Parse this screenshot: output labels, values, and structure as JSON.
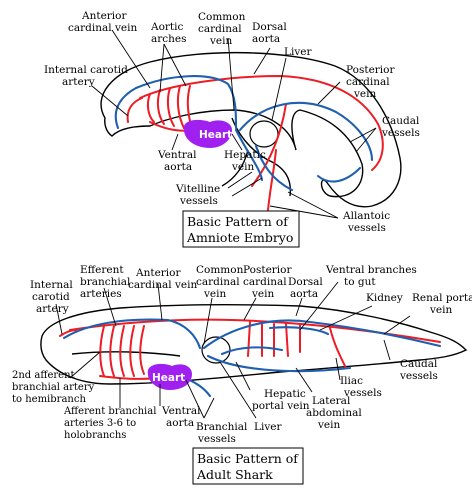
{
  "colors": {
    "artery": "#ee1c24",
    "vein": "#1f5fb0",
    "heart": "#a020f0",
    "outline": "#000000"
  },
  "embryo": {
    "caption_line1": "Basic Pattern of",
    "caption_line2": "Amniote Embryo",
    "heart_label": "Heart",
    "labels": {
      "common_cardinal_vein_1": "Common",
      "common_cardinal_vein_2": "cardinal",
      "common_cardinal_vein_3": "vein",
      "dorsal_aorta_1": "Dorsal",
      "dorsal_aorta_2": "aorta",
      "aortic_arches_1": "Aortic",
      "aortic_arches_2": "arches",
      "anterior_cardinal_1": "Anterior",
      "anterior_cardinal_2": "cardinal vein",
      "liver": "Liver",
      "internal_carotid_1": "Internal carotid",
      "internal_carotid_2": "artery",
      "posterior_cardinal_1": "Posterior",
      "posterior_cardinal_2": "cardinal",
      "posterior_cardinal_3": "vein",
      "caudal_1": "Caudal",
      "caudal_2": "vessels",
      "ventral_aorta_1": "Ventral",
      "ventral_aorta_2": "aorta",
      "hepatic_vein_1": "Hepatic",
      "hepatic_vein_2": "vein",
      "vitelline_1": "Vitelline",
      "vitelline_2": "vessels",
      "allantoic_1": "Allantoic",
      "allantoic_2": "vessels"
    }
  },
  "shark": {
    "caption_line1": "Basic Pattern of",
    "caption_line2": "Adult Shark",
    "heart_label": "Heart",
    "labels": {
      "efferent_1": "Efferent",
      "efferent_2": "branchial",
      "efferent_3": "arteries",
      "anterior_cardinal_1": "Anterior",
      "anterior_cardinal_2": "cardinal vein",
      "common_cardinal_1": "Common",
      "common_cardinal_2": "cardinal",
      "common_cardinal_3": "vein",
      "posterior_cardinal_1": "Posterior",
      "posterior_cardinal_2": "cardinal",
      "posterior_cardinal_3": "vein",
      "ventral_branches_1": "Ventral branches",
      "ventral_branches_2": "to gut",
      "dorsal_aorta_1": "Dorsal",
      "dorsal_aorta_2": "aorta",
      "internal_carotid_1": "Internal",
      "internal_carotid_2": "carotid",
      "internal_carotid_3": "artery",
      "kidney": "Kidney",
      "renal_portal_1": "Renal portal",
      "renal_portal_2": "vein",
      "second_afferent_1": "2nd afferent",
      "second_afferent_2": "branchial artery",
      "second_afferent_3": "to hemibranch",
      "caudal_1": "Caudal",
      "caudal_2": "vessels",
      "iliac_1": "Iliac",
      "iliac_2": "vessels",
      "afferent_1": "Afferent branchial",
      "afferent_2": "arteries 3-6 to",
      "afferent_3": "holobranchs",
      "ventral_aorta_1": "Ventral",
      "ventral_aorta_2": "aorta",
      "hepatic_portal_1": "Hepatic",
      "hepatic_portal_2": "portal vein",
      "lateral_abdominal_1": "Lateral",
      "lateral_abdominal_2": "abdominal",
      "lateral_abdominal_3": "vein",
      "branchial_1": "Branchial",
      "branchial_2": "vessels",
      "liver": "Liver"
    }
  }
}
